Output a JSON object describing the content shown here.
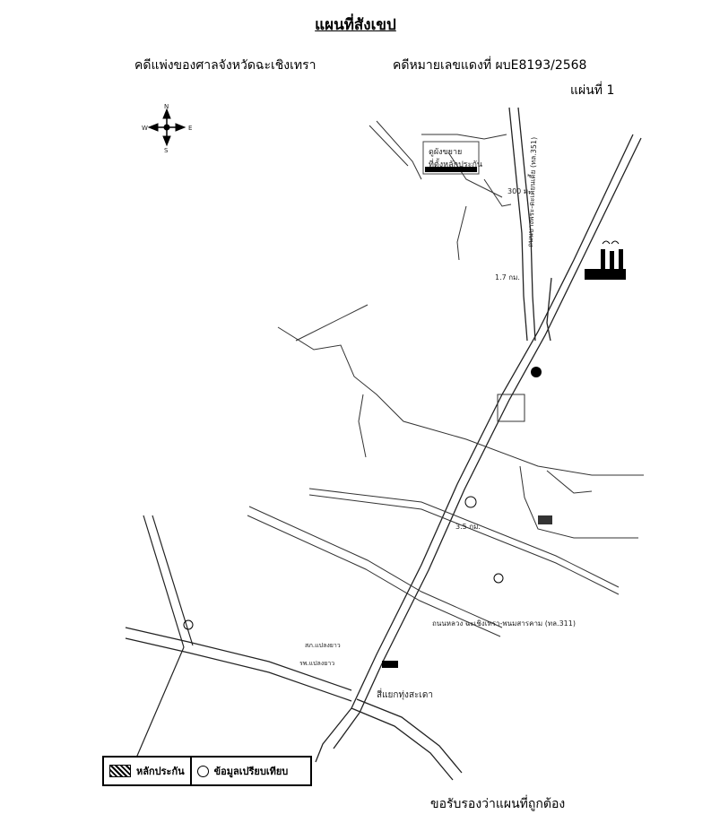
{
  "header": {
    "title": "แผนที่สังเขป",
    "court": "คดีแพ่งของศาลจังหวัดฉะเชิงเทรา",
    "case_no": "คดีหมายเลขแดงที่ ผบE8193/2568",
    "sheet": "แผ่นที่ 1"
  },
  "compass": {
    "n": "N",
    "s": "S",
    "e": "E",
    "w": "W"
  },
  "map": {
    "callout_line1": "ดูผังขยาย",
    "callout_line2": "ที่ตั้งหลักประกัน",
    "dist_300": "300 ม.",
    "dist_17": "1.7 กม.",
    "dist_35": "3.5 กม.",
    "road_351": "ถนนบางพระ-ตะเคียนเตี้ย (ทล.351)",
    "road_311": "ถนนหลวง ฉะเชิงเทรา-พนมสารคาม (ทล.311)",
    "junction": "สี่แยกทุ่งสะเดา",
    "place_rasa": "รพ.แปลงยาว",
    "place_police": "สภ.แปลงยาว"
  },
  "legend": {
    "collateral": "หลักประกัน",
    "comparable": "ข้อมูลเปรียบเทียบ"
  },
  "footer": {
    "certify": "ขอรับรองว่าแผนที่ถูกต้อง"
  }
}
